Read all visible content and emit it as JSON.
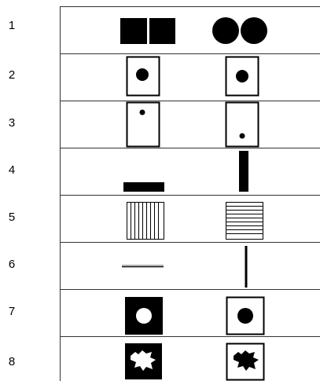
{
  "rows": [
    {
      "label": "1",
      "left": "two-black-squares",
      "right": "two-black-circles"
    },
    {
      "label": "2",
      "left": "large-dot-centered-in-frame",
      "right": "large-dot-lower-in-frame"
    },
    {
      "label": "3",
      "left": "small-dot-top-of-frame",
      "right": "small-dot-bottom-of-frame"
    },
    {
      "label": "4",
      "left": "horizontal-black-bar",
      "right": "vertical-black-bar"
    },
    {
      "label": "5",
      "left": "vertical-stripe-grating",
      "right": "horizontal-stripe-grating"
    },
    {
      "label": "6",
      "left": "horizontal-line",
      "right": "vertical-line"
    },
    {
      "label": "7",
      "left": "white-disc-on-black-square",
      "right": "black-disc-in-white-frame"
    },
    {
      "label": "8",
      "left": "white-blob-on-black-square",
      "right": "black-blob-in-white-frame"
    }
  ],
  "colors": {
    "ink": "#000000",
    "paper": "#ffffff",
    "rule": "#333333"
  }
}
